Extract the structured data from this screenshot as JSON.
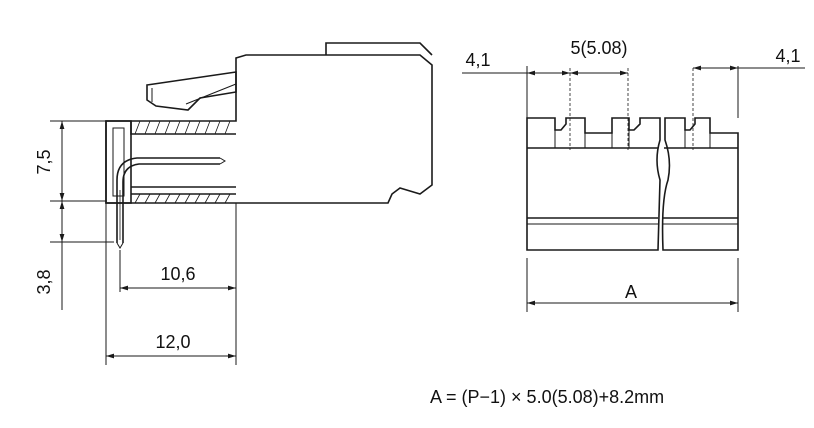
{
  "dimensions": {
    "height_upper": "7,5",
    "height_lower": "3,8",
    "depth_pin": "10,6",
    "depth_total": "12,0",
    "margin_left": "4,1",
    "pitch": "5(5.08)",
    "margin_right": "4,1",
    "overall_width": "A"
  },
  "formula": "A = (P−1) × 5.0(5.08)+8.2mm"
}
